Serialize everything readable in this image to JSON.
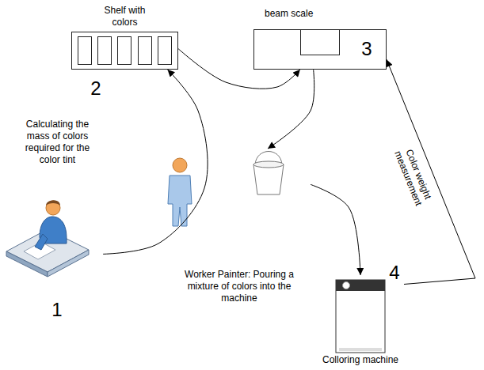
{
  "diagram": {
    "nodes": [
      {
        "text": [
          "Calculating the mass of colors required for the color tint"
        ]
      },
      {
        "text": [
          "Shelf with colors"
        ]
      },
      {
        "text": [
          "beam scale"
        ]
      },
      {
        "text": [
          "Worker Painter: Pouring a mixture of colors into the machine"
        ]
      },
      {
        "text": [
          "Colloring machine"
        ]
      }
    ],
    "edges": [
      {
        "from": 0,
        "to": 1,
        "arrow": "to"
      },
      {
        "from": 1,
        "to": 2,
        "arrow": "to"
      },
      {
        "from": 2,
        "to": 3,
        "arrow": "to"
      },
      {
        "from": 3,
        "to": 4,
        "arrow": "to"
      },
      {
        "from": 4,
        "to": 2,
        "label": "Color weight measurement",
        "arrow": "to"
      }
    ],
    "labels": [
      "1",
      "2",
      "3",
      "4"
    ]
  }
}
